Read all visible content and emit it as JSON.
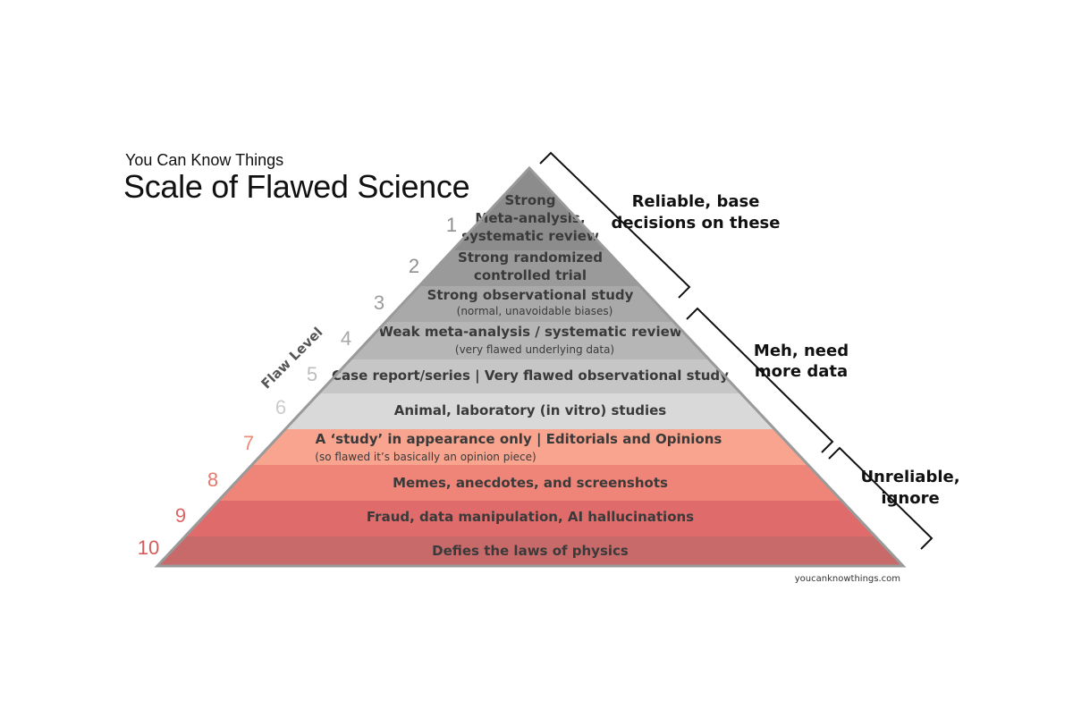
{
  "header": {
    "brand": "You Can Know Things",
    "title": "Scale of Flawed Science"
  },
  "axis_label": "Flaw Level",
  "levels": [
    {
      "num": "1",
      "lines": [
        "Strong",
        "Meta-analysis,",
        "systematic review"
      ],
      "sub": "",
      "color": "#8c8c8c",
      "num_color": "#8f8f8f"
    },
    {
      "num": "2",
      "lines": [
        "Strong randomized",
        "controlled trial"
      ],
      "sub": "",
      "color": "#9a9a9a",
      "num_color": "#8f8f8f"
    },
    {
      "num": "3",
      "lines": [
        "Strong observational study"
      ],
      "sub": "(normal, unavoidable biases)",
      "color": "#a9a9a9",
      "num_color": "#9a9a9a"
    },
    {
      "num": "4",
      "lines": [
        "Weak meta-analysis / systematic review"
      ],
      "sub": "(very flawed underlying data)",
      "color": "#b6b6b6",
      "num_color": "#a8a8a8"
    },
    {
      "num": "5",
      "lines": [
        "Case report/series | Very flawed observational study"
      ],
      "sub": "",
      "color": "#c6c6c6",
      "num_color": "#bdbdbd"
    },
    {
      "num": "6",
      "lines": [
        "Animal, laboratory (in vitro) studies"
      ],
      "sub": "",
      "color": "#d9d9d9",
      "num_color": "#cccccc"
    },
    {
      "num": "7",
      "lines": [
        "A ‘study’ in appearance only | Editorials and Opinions"
      ],
      "sub": "(so flawed it’s basically an opinion piece)",
      "color": "#f9a48e",
      "num_color": "#f08a78"
    },
    {
      "num": "8",
      "lines": [
        "Memes, anecdotes, and screenshots"
      ],
      "sub": "",
      "color": "#ef8578",
      "num_color": "#e8776c"
    },
    {
      "num": "9",
      "lines": [
        "Fraud, data manipulation, AI hallucinations"
      ],
      "sub": "",
      "color": "#e06b6b",
      "num_color": "#dc6464"
    },
    {
      "num": "10",
      "lines": [
        "Defies the laws of physics"
      ],
      "sub": "",
      "color": "#c86a6a",
      "num_color": "#d65a5a"
    }
  ],
  "groups": [
    {
      "lines": [
        "Reliable, base",
        "decisions on these"
      ]
    },
    {
      "lines": [
        "Meh, need",
        "more data"
      ]
    },
    {
      "lines": [
        "Unreliable,",
        "ignore"
      ]
    }
  ],
  "credit": "youcanknowthings.com",
  "colors": {
    "outline": "#9a9a9a",
    "bracket": "#111111"
  }
}
